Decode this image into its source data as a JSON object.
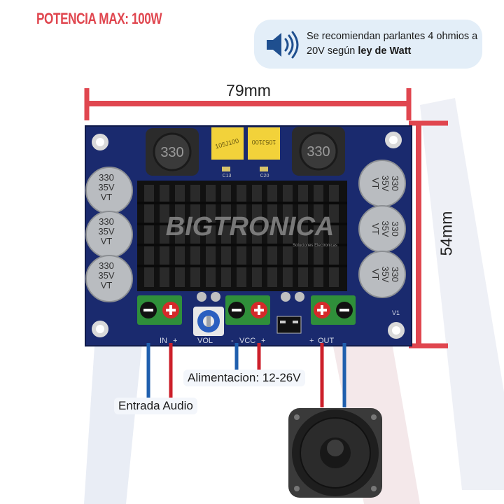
{
  "title": "POTENCIA MAX: 100W",
  "info": {
    "text_prefix": "Se recomiendan parlantes 4 ohmios a 20V según ",
    "text_bold": "ley de Watt",
    "icon": "speaker-volume-icon"
  },
  "dimensions": {
    "width": "79mm",
    "height": "54mm"
  },
  "board": {
    "brand": "BIGTRONICA",
    "brand_sub": "Soluciones Electronicas",
    "capacitor_label": [
      "330",
      "35V",
      "VT"
    ],
    "inductor_label": "330",
    "yellow_cap_label": "105J100",
    "cap_refs": [
      "C13",
      "C20"
    ],
    "silkscreen": {
      "in": "IN",
      "vol": "VOL",
      "vcc": "VCC",
      "out": "OUT",
      "v1": "V1",
      "minus": "-",
      "plus": "+"
    }
  },
  "labels": {
    "power": "Alimentacion: 12-26V",
    "audio": "Entrada Audio"
  },
  "colors": {
    "red": "#e0464f",
    "blue": "#1f5fae",
    "wire_red": "#cc1f2a",
    "pcb": "#1a2a6e",
    "terminal": "#2f8f3a"
  }
}
